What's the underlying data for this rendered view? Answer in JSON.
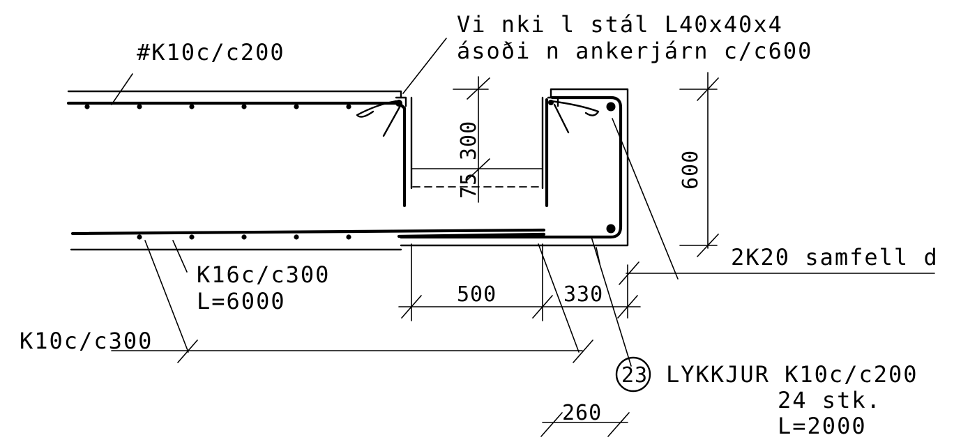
{
  "labels": {
    "vinkilstal_line1": "Vi nki l stál  L40x40x4",
    "vinkilstal_line2": "ásoði n ankerjárn c/c600",
    "top_mesh": "#K10c/c200",
    "bottom_bar_line1": "K16c/c300",
    "bottom_bar_line2": "L=6000",
    "bottom_mesh": "K10c/c300",
    "continuous_bars": "2K20 samfell d",
    "loop_number": "23",
    "loop_line1": "LYKKJUR K10c/c200",
    "loop_line2": "24 stk.",
    "loop_line3": "L=2000"
  },
  "dimensions": {
    "d300": "300",
    "d75": "75",
    "d600": "600",
    "d500": "500",
    "d330": "330",
    "d260": "260"
  },
  "colors": {
    "ink": "#000000",
    "paper": "#ffffff"
  }
}
